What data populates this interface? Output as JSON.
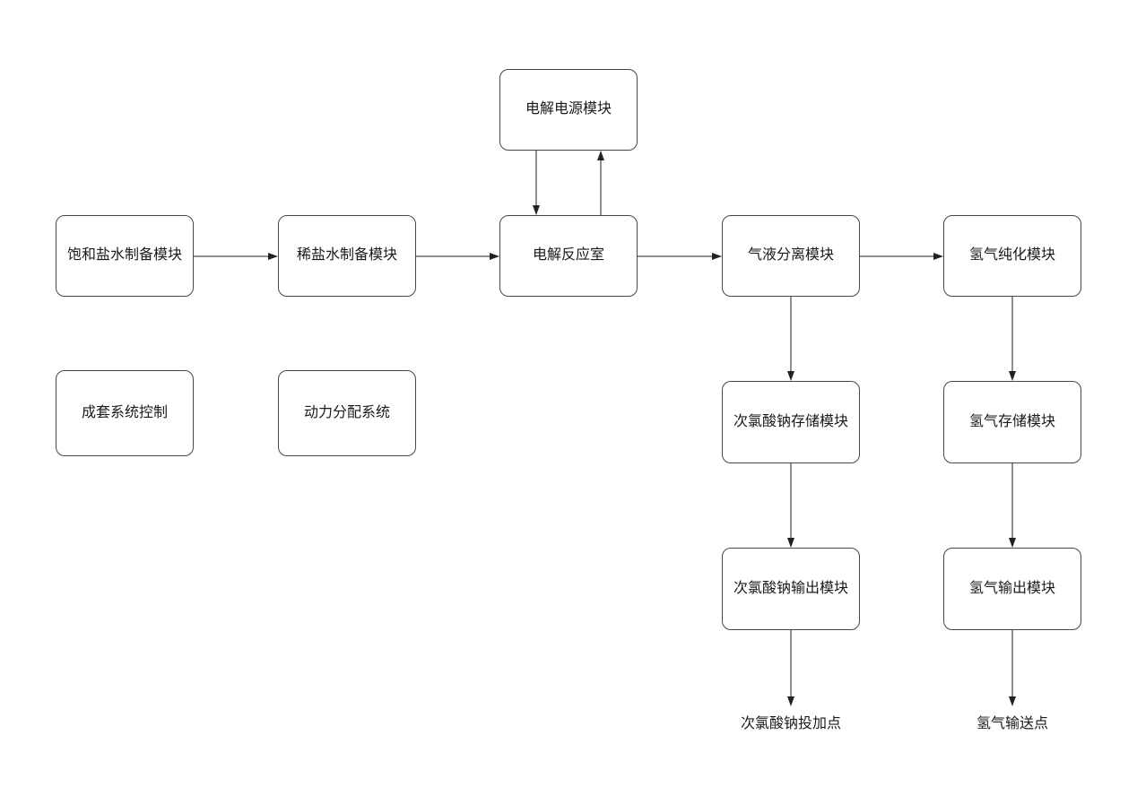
{
  "diagram": {
    "nodes": {
      "power_module": {
        "label": "电解电源模块"
      },
      "saturated_brine": {
        "label": "饱和盐水制备模块"
      },
      "dilute_brine": {
        "label": "稀盐水制备模块"
      },
      "electrolysis_chamber": {
        "label": "电解反应室"
      },
      "gas_liquid_separator": {
        "label": "气液分离模块"
      },
      "h2_purification": {
        "label": "氢气纯化模块"
      },
      "system_control": {
        "label": "成套系统控制"
      },
      "power_distribution": {
        "label": "动力分配系统"
      },
      "naclo_storage": {
        "label": "次氯酸钠存储模块"
      },
      "h2_storage": {
        "label": "氢气存储模块"
      },
      "naclo_output": {
        "label": "次氯酸钠输出模块"
      },
      "h2_output": {
        "label": "氢气输出模块"
      }
    },
    "terminals": {
      "naclo_dosing_point": {
        "label": "次氯酸钠投加点"
      },
      "h2_delivery_point": {
        "label": "氢气输送点"
      }
    },
    "edges": [
      {
        "from": "saturated_brine",
        "to": "dilute_brine"
      },
      {
        "from": "dilute_brine",
        "to": "electrolysis_chamber"
      },
      {
        "from": "electrolysis_chamber",
        "to": "gas_liquid_separator"
      },
      {
        "from": "gas_liquid_separator",
        "to": "h2_purification"
      },
      {
        "from": "power_module",
        "to": "electrolysis_chamber"
      },
      {
        "from": "electrolysis_chamber",
        "to": "power_module"
      },
      {
        "from": "gas_liquid_separator",
        "to": "naclo_storage"
      },
      {
        "from": "naclo_storage",
        "to": "naclo_output"
      },
      {
        "from": "naclo_output",
        "to": "naclo_dosing_point"
      },
      {
        "from": "h2_purification",
        "to": "h2_storage"
      },
      {
        "from": "h2_storage",
        "to": "h2_output"
      },
      {
        "from": "h2_output",
        "to": "h2_delivery_point"
      }
    ],
    "colors": {
      "background": "#ffffff",
      "box_border": "#474747",
      "box_fill": "#ffffff",
      "arrow": "#212121",
      "text": "#1a1a1a"
    }
  }
}
